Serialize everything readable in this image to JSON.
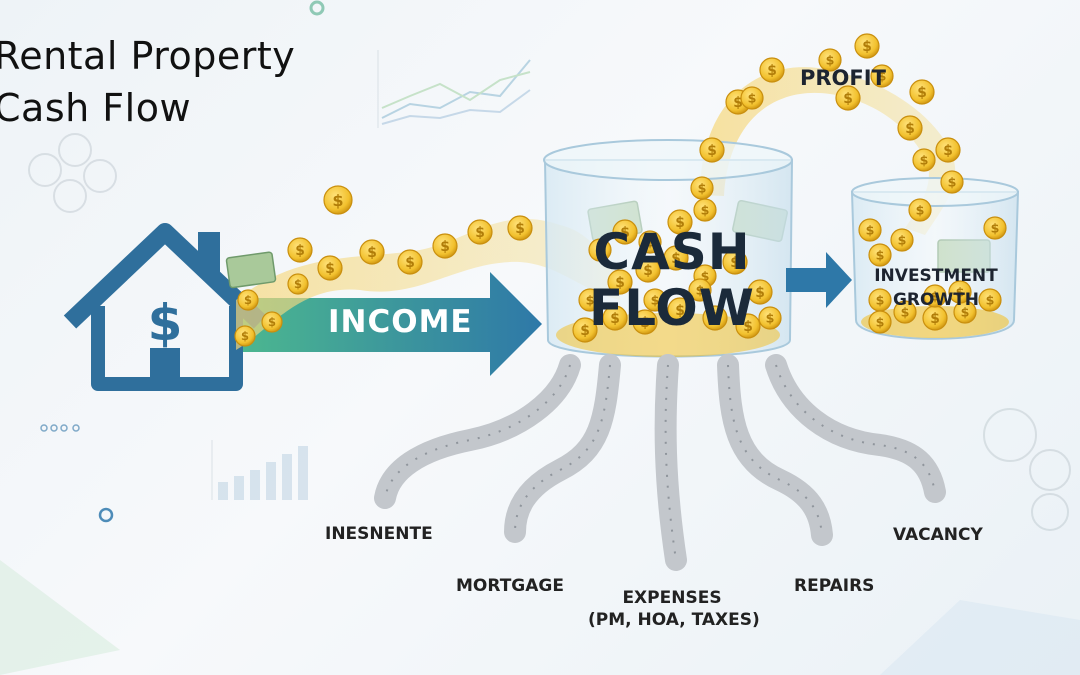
{
  "title": {
    "line1": "Rental Property",
    "line2": "Cash Flow"
  },
  "diagram": {
    "source": {
      "icon": "house-dollar-icon",
      "color": "#2f6f9c"
    },
    "income_arrow": {
      "label": "INCOME",
      "color_start": "#3fae8c",
      "color_end": "#2e78a8"
    },
    "cash_flow_container": {
      "line1": "CASH",
      "line2": "FLOW"
    },
    "profit_label": "PROFIT",
    "growth_container": {
      "line1": "INVESTMENT",
      "line2": "GROWTH"
    },
    "outflows": [
      {
        "label": "INESNENTE"
      },
      {
        "label": "MORTGAGE"
      },
      {
        "label": "EXPENSES",
        "sublabel": "(PM, HOA, TAXES)"
      },
      {
        "label": "REPAIRS"
      },
      {
        "label": "VACANCY"
      }
    ],
    "colors": {
      "coin": "#f2c12e",
      "coin_edge": "#c98f0e",
      "silver_coin": "#c9ccd0",
      "arrow_blue": "#2e78a8",
      "glass": "#cfe4f0"
    }
  }
}
